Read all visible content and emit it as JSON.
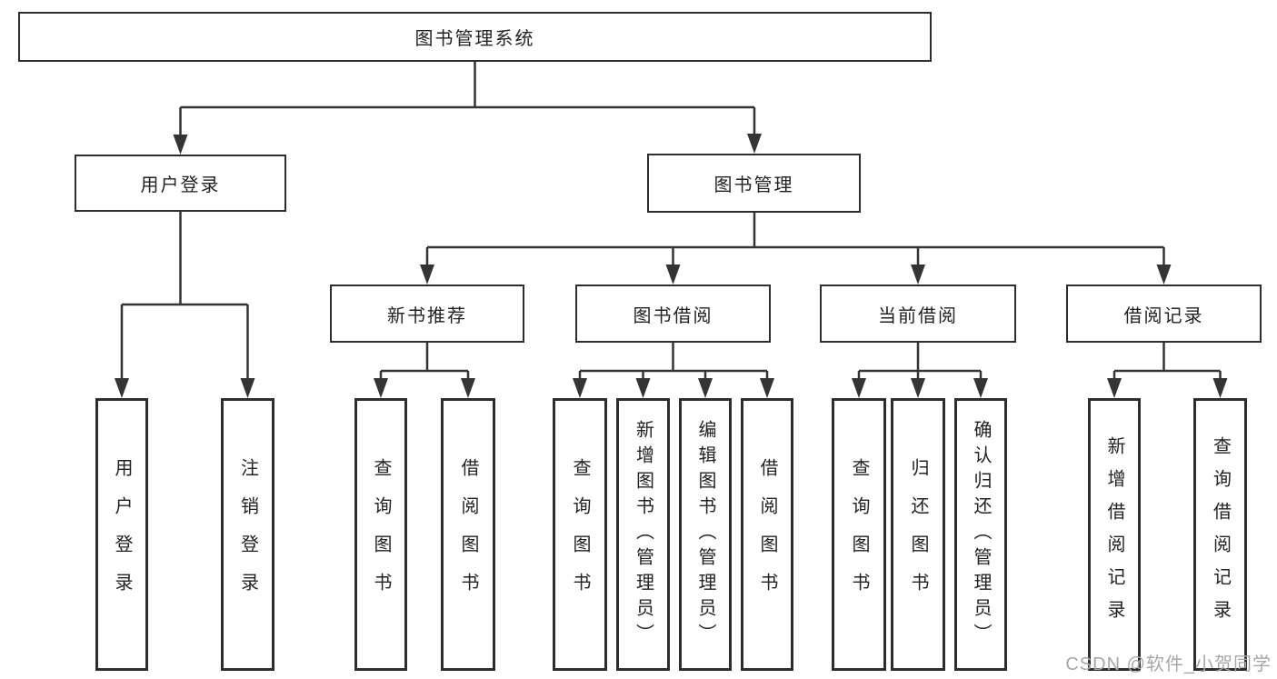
{
  "diagram": {
    "title": "图书管理系统",
    "level2": {
      "user_login": "用户登录",
      "book_mgmt": "图书管理"
    },
    "level3": {
      "new_book": "新书推荐",
      "book_borrow": "图书借阅",
      "current_borrow": "当前借阅",
      "borrow_record": "借阅记录"
    },
    "leaves": {
      "user_login": [
        "用户登录",
        "注销登录"
      ],
      "new_book": [
        "查询图书",
        "借阅图书"
      ],
      "book_borrow": [
        "查询图书",
        "新增图书（管理员）",
        "编辑图书（管理员）",
        "借阅图书"
      ],
      "current_borrow": [
        "查询图书",
        "归还图书",
        "确认归还（管理员）"
      ],
      "borrow_record": [
        "新增借阅记录",
        "查询借阅记录"
      ]
    },
    "colors": {
      "line": "#343434",
      "box_border": "#2d2d2d",
      "text": "#222222",
      "watermark": "#a9a6a6",
      "background": "#ffffff"
    },
    "watermark": "CSDN @软件_小贺同学"
  }
}
